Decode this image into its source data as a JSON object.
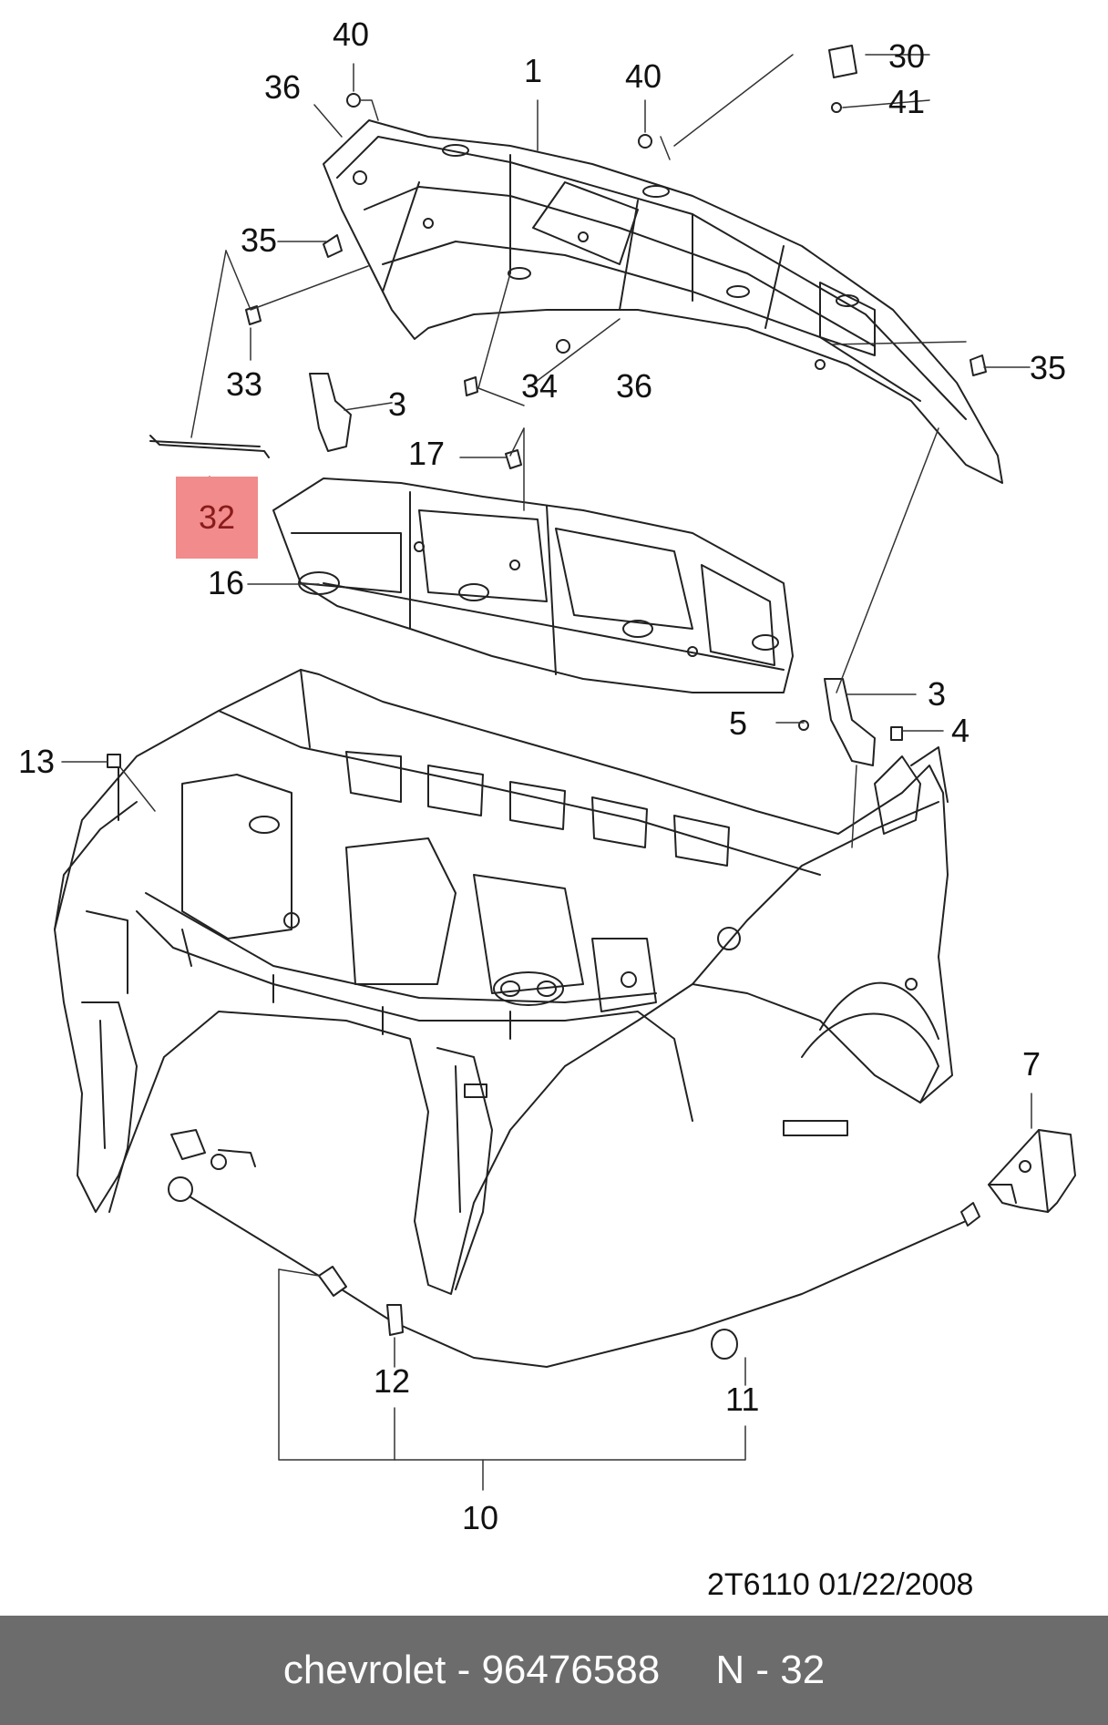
{
  "callouts": {
    "c1": "1",
    "c3a": "3",
    "c3b": "3",
    "c4": "4",
    "c5": "5",
    "c7": "7",
    "c10": "10",
    "c11": "11",
    "c12": "12",
    "c13": "13",
    "c16": "16",
    "c17": "17",
    "c30": "30",
    "c33": "33",
    "c34": "34",
    "c35a": "35",
    "c35b": "35",
    "c36a": "36",
    "c36b": "36",
    "c40a": "40",
    "c40b": "40",
    "c41": "41"
  },
  "highlight": {
    "label": "32",
    "color": "#f28b8b"
  },
  "doc_ref": "2T6110  01/22/2008",
  "footer": {
    "text": "chevrolet - 96476588     N - 32",
    "background": "#6c6c6c"
  }
}
